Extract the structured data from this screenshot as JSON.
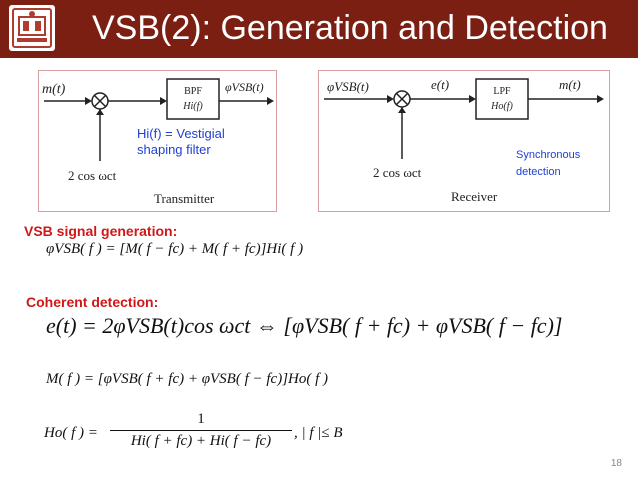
{
  "slide": {
    "title": "VSB(2): Generation and Detection",
    "page_number": "18"
  },
  "transmitter": {
    "input": "m(t)",
    "block_line1": "BPF",
    "block_line2": "Hi(f)",
    "output": "φVSB(t)",
    "carrier": "2 cos ωct",
    "caption": "Transmitter",
    "note_line1": "Hi(f) = Vestigial",
    "note_line2": "shaping filter"
  },
  "receiver": {
    "input": "φVSB(t)",
    "mixer_out": "e(t)",
    "block_line1": "LPF",
    "block_line2": "Ho(f)",
    "output": "m(t)",
    "carrier": "2 cos ωct",
    "caption": "Receiver",
    "note_line1": "Synchronous",
    "note_line2": "detection"
  },
  "sections": {
    "generation_heading": "VSB signal generation:",
    "generation_eq": "φVSB( f ) = [M( f − fc) + M( f + fc)]Hi( f )",
    "detection_heading": "Coherent detection:",
    "detection_eq1": "e(t) = 2φVSB(t)cos ωct ⇔ [φVSB( f + fc) + φVSB( f − fc)]",
    "detection_eq2": "M( f ) = [φVSB( f + fc) + φVSB( f − fc)]Ho( f )",
    "ho_lhs": "Ho( f ) =",
    "ho_num": "1",
    "ho_den": "Hi( f + fc) + Hi( f − fc)",
    "ho_cond": ",   | f |≤ B"
  },
  "colors": {
    "header_bg": "#7b1f13",
    "heading_red": "#d01818",
    "note_blue": "#1f3fd6"
  }
}
